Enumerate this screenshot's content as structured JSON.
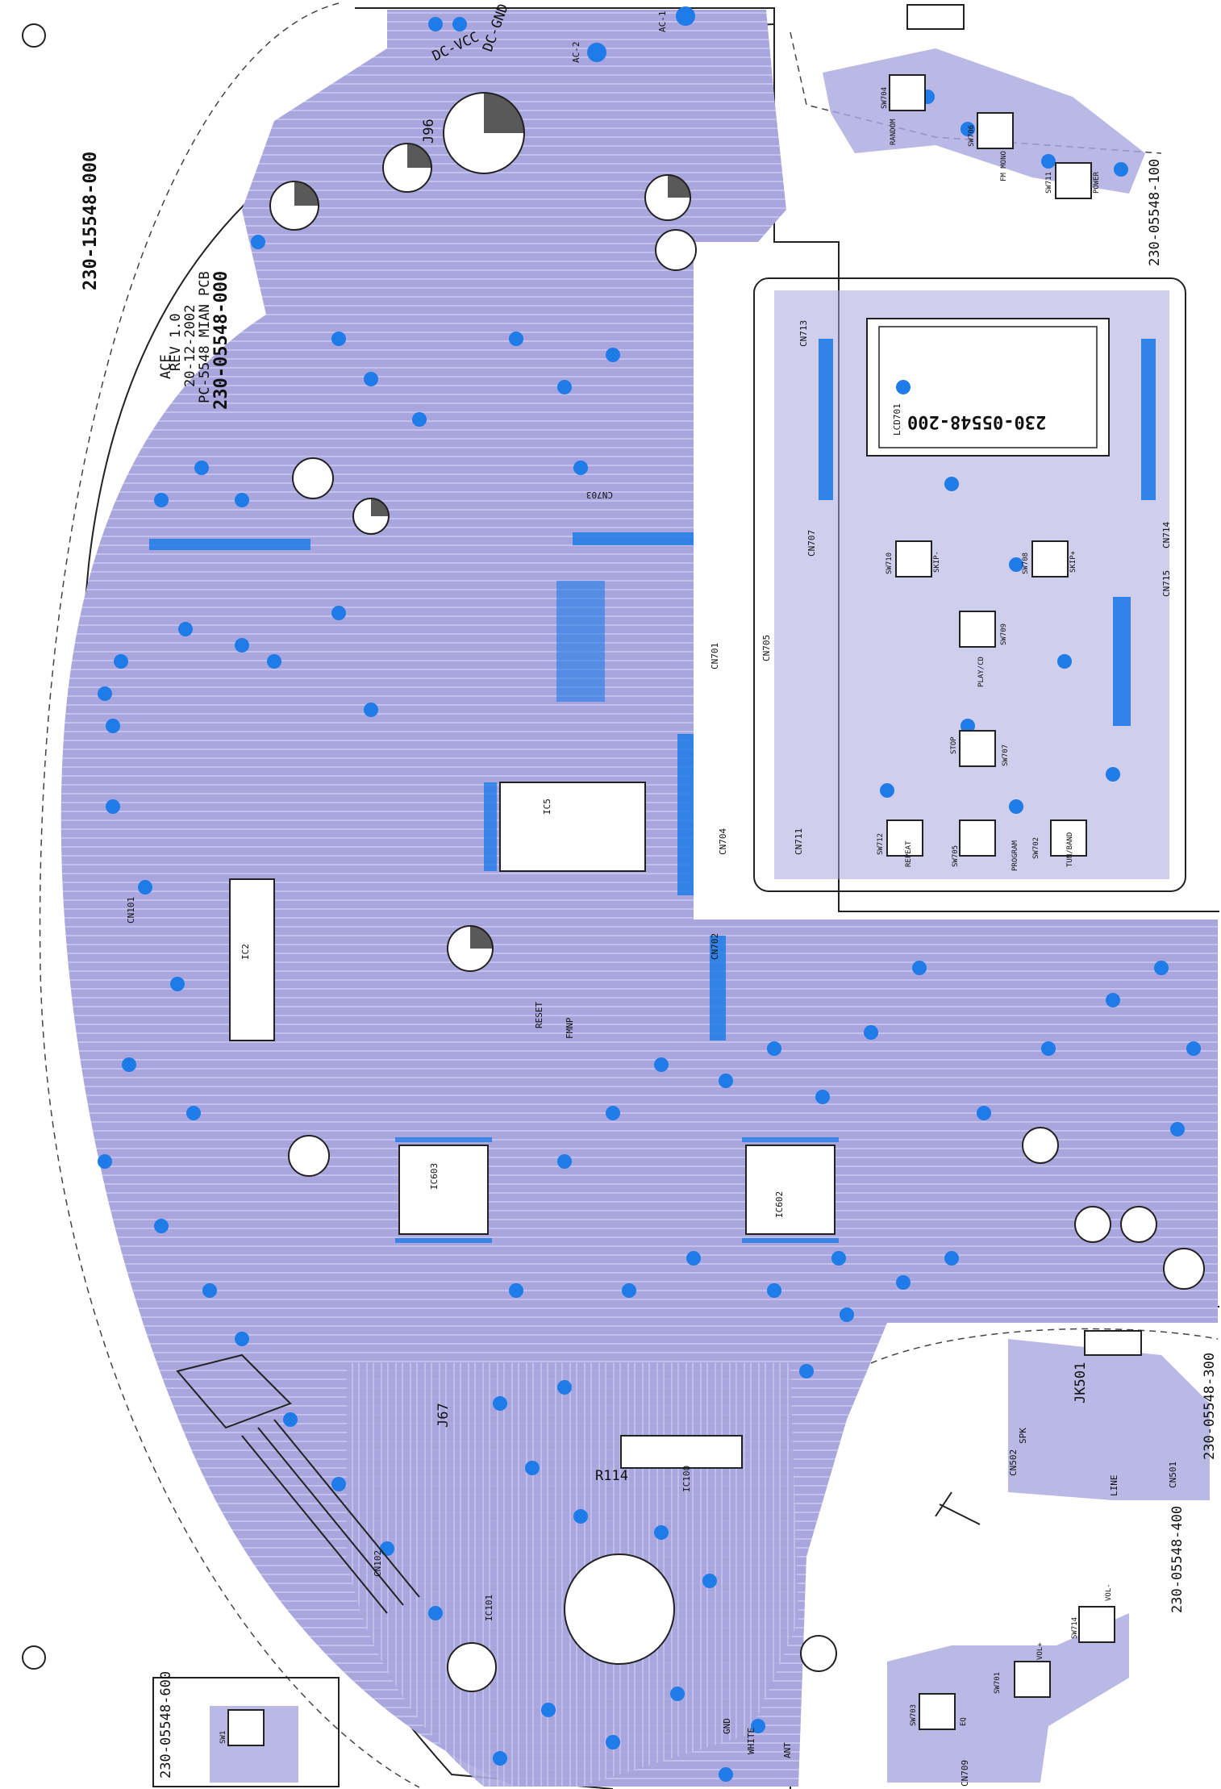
{
  "colors": {
    "board_fill": "#a9a6de",
    "trace": "#c3c1eb",
    "pad": "#1f7be8",
    "silk": "#111111",
    "background": "#ffffff"
  },
  "main_board": {
    "part_number": "230-15548-000",
    "brand": "ACE",
    "revision": "REV 1.0",
    "date": "20-12-2002",
    "pcb_name": "PC-5548 MIAN PCB",
    "pcb_code": "230-05548-000"
  },
  "sub_boards": {
    "top_right": "230-05548-100",
    "lcd": "230-05548-200",
    "jack": "230-05548-300",
    "volume": "230-05548-400",
    "switch": "230-05548-600"
  },
  "labels": {
    "power_in": [
      "DC-VCC",
      "DC-GND",
      "AC-1",
      "AC-2"
    ],
    "ics": [
      "IC5",
      "IC602",
      "IC603",
      "IC2",
      "IC100",
      "IC101"
    ],
    "connectors": [
      "CN703",
      "CN704",
      "CN701",
      "CN702",
      "CN705",
      "CN707",
      "CN709",
      "CN711",
      "CN713",
      "CN714",
      "CN715",
      "CN501",
      "CN502",
      "CN101",
      "CN102"
    ],
    "lcd": "LCD701",
    "jacks": [
      "JK501",
      "LINE",
      "SPK"
    ],
    "misc": [
      "RESET",
      "FMNP",
      "ANT",
      "WHITE",
      "GND",
      "J67",
      "J96",
      "R114"
    ]
  },
  "switches": [
    {
      "id": "SW704",
      "label": "RANDOM"
    },
    {
      "id": "SW706",
      "label": "FM MONO"
    },
    {
      "id": "SW711",
      "label": "POWER"
    },
    {
      "id": "SW710",
      "label": "SKIP-"
    },
    {
      "id": "SW708",
      "label": "SKIP+"
    },
    {
      "id": "SW709",
      "label": "PLAY/CD"
    },
    {
      "id": "SW707",
      "label": "STOP"
    },
    {
      "id": "SW712",
      "label": "REPEAT"
    },
    {
      "id": "SW705",
      "label": "PROGRAM"
    },
    {
      "id": "SW702",
      "label": "TUN/BAND"
    },
    {
      "id": "SW714",
      "label": "VOL-"
    },
    {
      "id": "SW701",
      "label": "VOL+"
    },
    {
      "id": "SW703",
      "label": "EQ"
    },
    {
      "id": "SW1",
      "label": ""
    }
  ]
}
